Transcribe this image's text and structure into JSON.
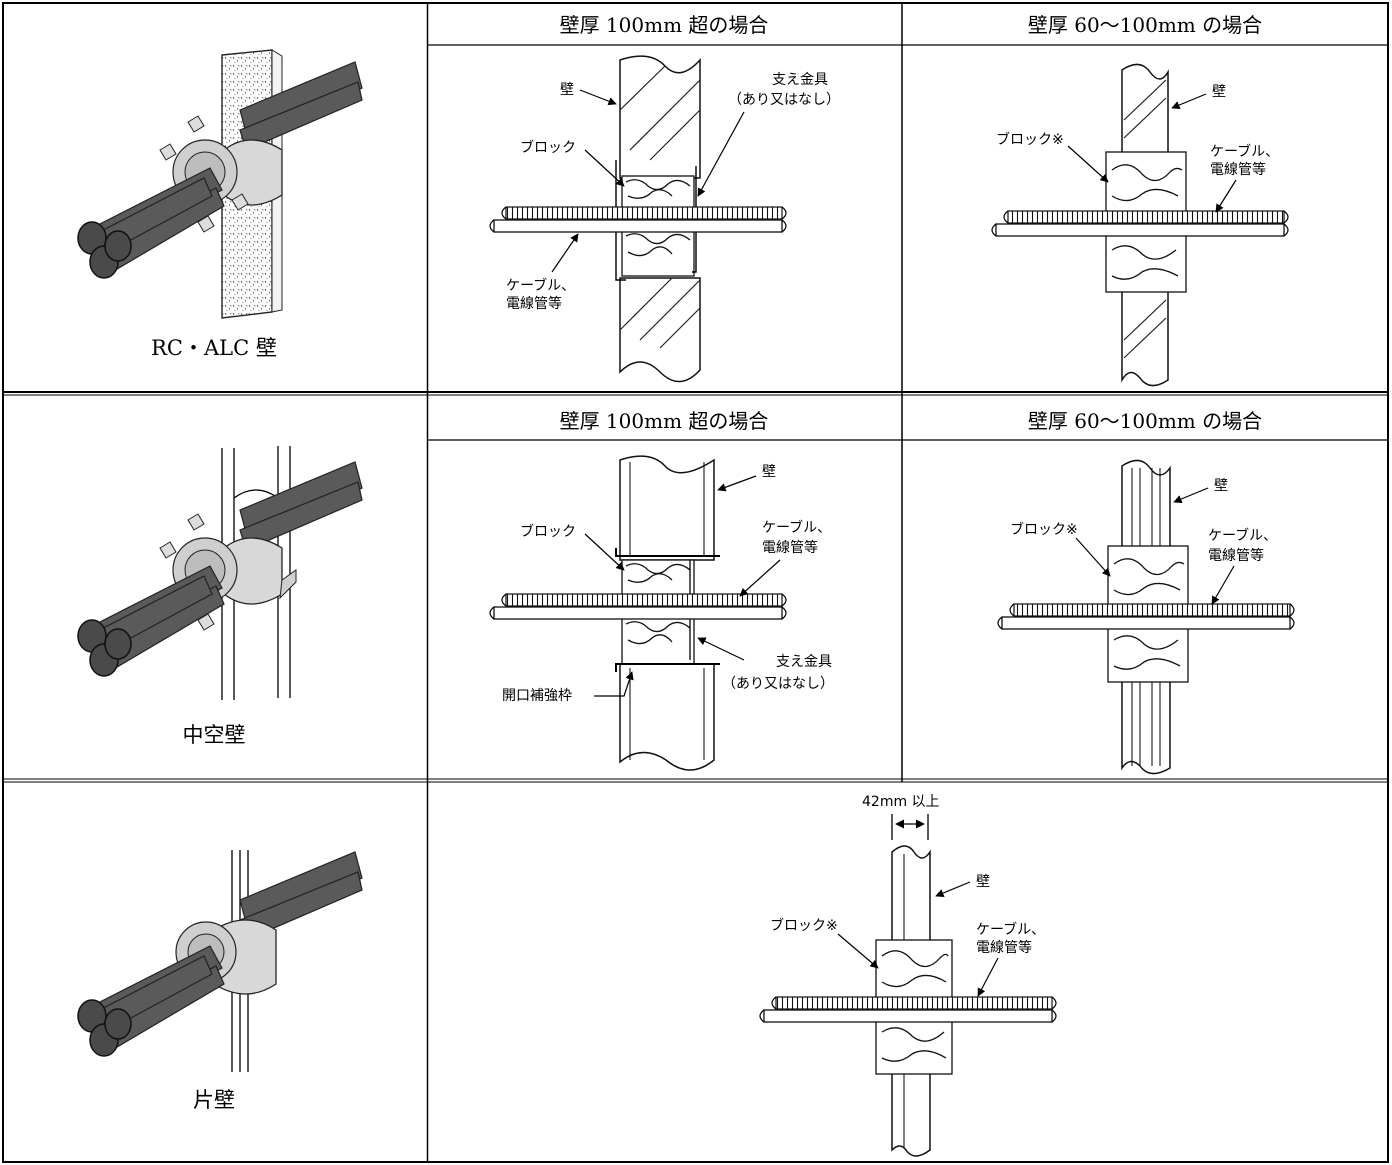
{
  "rows": [
    {
      "caption": "RC・ALC 壁",
      "header_left": "壁厚 100mm 超の場合",
      "header_right": "壁厚 60～100mm の場合",
      "left_labels": {
        "wall": "壁",
        "block": "ブロック",
        "bracket_1": "支え金具",
        "bracket_2": "（あり又はなし）",
        "cable_1": "ケーブル、",
        "cable_2": "電線管等"
      },
      "right_labels": {
        "wall": "壁",
        "block": "ブロック※",
        "cable_1": "ケーブル、",
        "cable_2": "電線管等"
      }
    },
    {
      "caption": "中空壁",
      "header_left": "壁厚 100mm 超の場合",
      "header_right": "壁厚 60～100mm の場合",
      "left_labels": {
        "wall": "壁",
        "block": "ブロック",
        "cable_1": "ケーブル、",
        "cable_2": "電線管等",
        "bracket_1": "支え金具",
        "bracket_2": "（あり又はなし）",
        "frame": "開口補強枠"
      },
      "right_labels": {
        "wall": "壁",
        "block": "ブロック※",
        "cable_1": "ケーブル、",
        "cable_2": "電線管等"
      }
    },
    {
      "caption": "片壁",
      "dimension": "42mm 以上",
      "labels": {
        "wall": "壁",
        "block": "ブロック※",
        "cable_1": "ケーブル、",
        "cable_2": "電線管等"
      }
    }
  ]
}
